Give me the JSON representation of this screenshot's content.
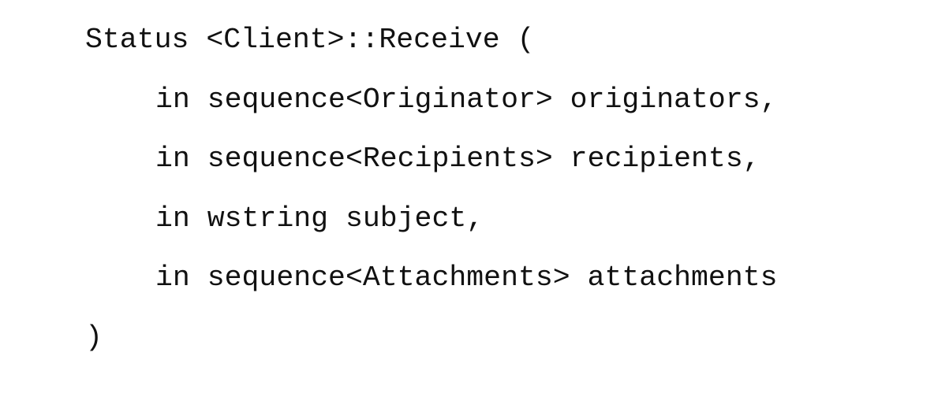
{
  "code": {
    "signature_line": "Status <Client>::Receive (",
    "parameters": [
      "in sequence<Originator> originators,",
      "in sequence<Recipients> recipients,",
      "in wstring subject,",
      "in sequence<Attachments> attachments"
    ],
    "closing_line": ")"
  }
}
